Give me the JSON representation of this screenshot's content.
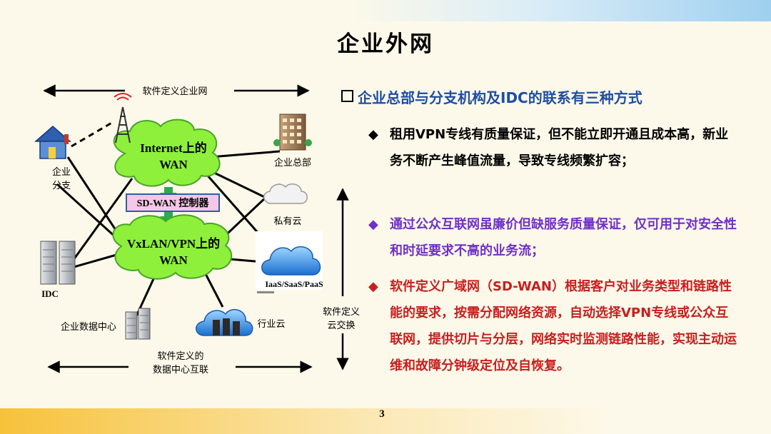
{
  "page": {
    "title": "企业外网",
    "page_number": "3"
  },
  "diagram": {
    "top_label": "软件定义企业网",
    "bottom_label_line1": "软件定义的",
    "bottom_label_line2": "数据中心互联",
    "side_label_line1": "软件定义",
    "side_label_line2": "云交换",
    "internet_wan_line1": "Internet上的",
    "internet_wan_line2": "WAN",
    "controller": "SD-WAN 控制器",
    "vxlan_wan_line1": "VxLAN/VPN上的",
    "vxlan_wan_line2": "WAN",
    "branch_line1": "企业",
    "branch_line2": "分支",
    "hq": "企业总部",
    "private_cloud": "私有云",
    "public_cloud": "IaaS/SaaS/PaaS",
    "idc": "IDC",
    "datacenter": "企业数据中心",
    "industry_cloud": "行业云"
  },
  "content": {
    "heading": "企业总部与分支机构及IDC的联系有三种方式",
    "bullets": [
      {
        "text": "租用VPN专线有质量保证，但不能立即开通且成本高，新业务不断产生峰值流量，导致专线频繁扩容；",
        "color": "#000000"
      },
      {
        "text": "通过公众互联网虽廉价但缺服务质量保证，仅可用于对安全性和时延要求不高的业务流；",
        "color": "#7030c8"
      },
      {
        "text": "软件定义广域网（SD-WAN）根据客户对业务类型和链路性能的要求，按需分配网络资源，自动选择VPN专线或公众互联网，提供切片与分层，网络实时监测链路性能，实现主动运维和故障分钟级定位及自恢复。",
        "color": "#c81e1e"
      }
    ],
    "bullet_symbol": "◆"
  },
  "colors": {
    "heading": "#1f4ea3",
    "cloud_fill": "#8ef03a",
    "controller_fill": "#f5c6e6",
    "arrow_green": "#2da94f"
  }
}
